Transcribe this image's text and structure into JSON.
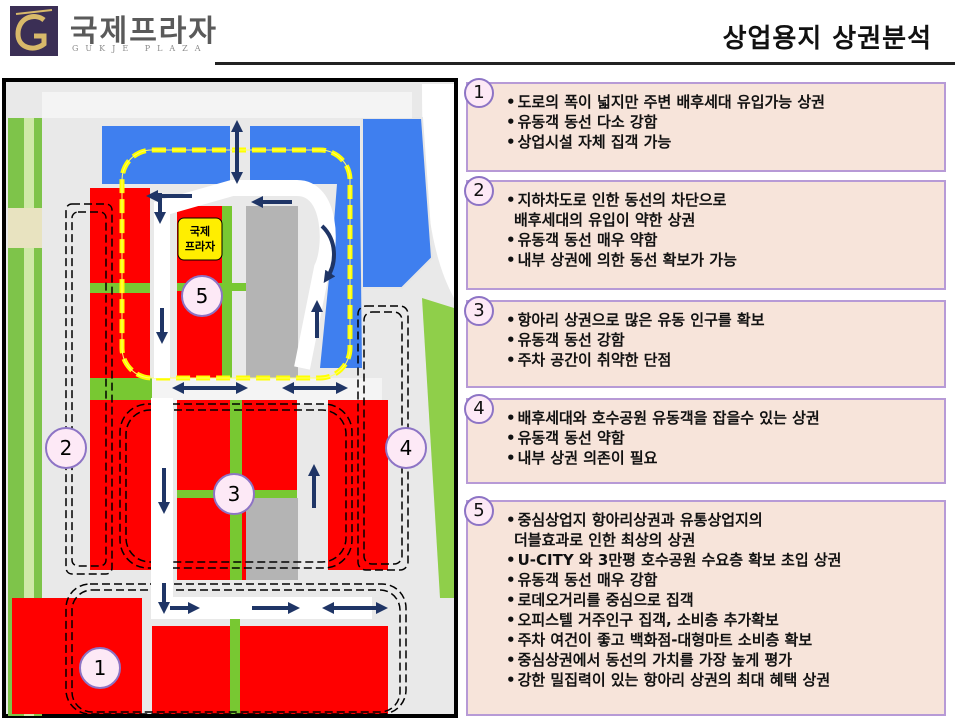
{
  "header": {
    "brand_name": "국제프라자",
    "brand_sub": "GUKJE PLAZA",
    "title": "상업용지  상권분석"
  },
  "colors": {
    "red_block": "#ff0000",
    "blue_block": "#3f7fef",
    "gray_block": "#b4b4b4",
    "green_strip": "#78c832",
    "arrow": "#1f3566",
    "panel_bg": "#f7e4da",
    "panel_border": "#b79ad6",
    "marker_bg": "#fde9f6",
    "marker_border": "#8d74c5",
    "label_bg": "#ffee00"
  },
  "map": {
    "label": [
      "국제",
      "프라자"
    ],
    "markers": [
      "1",
      "2",
      "3",
      "4",
      "5"
    ]
  },
  "panels": [
    {
      "num": "1",
      "lines": [
        {
          "text": "도로의 폭이 넓지만 주변 배후세대 유입가능 상권",
          "bullet": true
        },
        {
          "text": "유동객 동선 다소 강함",
          "bullet": true
        },
        {
          "text": "상업시설 자체 집객 가능",
          "bullet": true
        }
      ]
    },
    {
      "num": "2",
      "lines": [
        {
          "text": "지하차도로 인한 동선의 차단으로",
          "bullet": true
        },
        {
          "text": "배후세대의 유입이 약한 상권",
          "bullet": false
        },
        {
          "text": "유동객 동선 매우 약함",
          "bullet": true
        },
        {
          "text": "내부 상권에 의한 동선 확보가 가능",
          "bullet": true
        }
      ]
    },
    {
      "num": "3",
      "lines": [
        {
          "text": "항아리 상권으로 많은 유동 인구를 확보",
          "bullet": true
        },
        {
          "text": "유동객 동선 강함",
          "bullet": true
        },
        {
          "text": "주차 공간이 취약한 단점",
          "bullet": true
        }
      ]
    },
    {
      "num": "4",
      "lines": [
        {
          "text": "배후세대와 호수공원 유동객을 잡을수 있는 상권",
          "bullet": true
        },
        {
          "text": "유동객 동선 약함",
          "bullet": true
        },
        {
          "text": "내부 상권 의존이 필요",
          "bullet": true
        }
      ]
    },
    {
      "num": "5",
      "lines": [
        {
          "text": "중심상업지 항아리상권과 유통상업지의",
          "bullet": true
        },
        {
          "text": "더블효과로 인한 최상의 상권",
          "bullet": false
        },
        {
          "text": "U-CITY 와 3만평 호수공원 수요층 확보 초입 상권",
          "bullet": true
        },
        {
          "text": "유동객 동선 매우 강함",
          "bullet": true
        },
        {
          "text": "로데오거리를 중심으로 집객",
          "bullet": true
        },
        {
          "text": "오피스텔 거주인구 집객, 소비층 추가확보",
          "bullet": true
        },
        {
          "text": "주차 여건이 좋고 백화점-대형마트 소비층 확보",
          "bullet": true
        },
        {
          "text": "중심상권에서 동선의 가치를 가장 높게 평가",
          "bullet": true
        },
        {
          "text": "강한 밀집력이 있는 항아리 상권의 최대 혜택 상권",
          "bullet": true
        }
      ]
    }
  ]
}
